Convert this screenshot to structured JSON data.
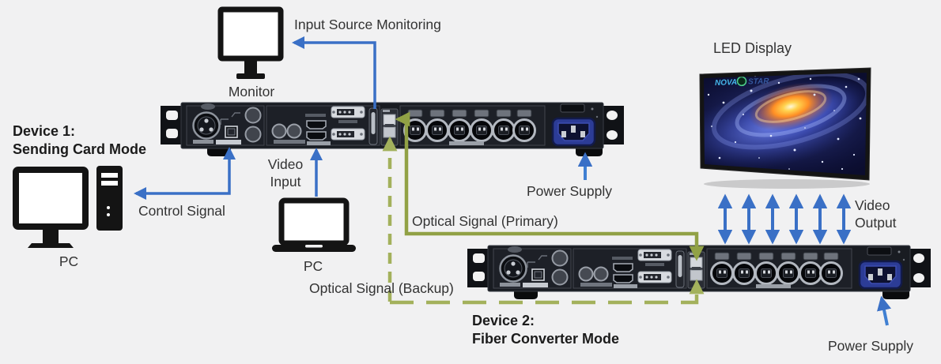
{
  "colors": {
    "background": "#f1f1f2",
    "signal_blue": "#3a70c6",
    "optical_green_primary": "#91a145",
    "optical_green_backup": "#a3b15c",
    "label_text": "#333333",
    "device_label_text": "#1b1b1b",
    "power_inlet_blue": "#2c3c96"
  },
  "monitoring": {
    "label": "Input Source Monitoring"
  },
  "monitor": {
    "label": "Monitor"
  },
  "device1": {
    "line1": "Device 1:",
    "line2": "Sending Card Mode"
  },
  "device2": {
    "line1": "Device 2:",
    "line2": "Fiber Converter Mode"
  },
  "pc_desktop": {
    "label": "PC"
  },
  "pc_laptop": {
    "label": "PC"
  },
  "control_signal": {
    "label": "Control Signal"
  },
  "video_input": {
    "line1": "Video",
    "line2": "Input"
  },
  "video_output": {
    "line1": "Video",
    "line2": "Output"
  },
  "power_supply_1": {
    "label": "Power Supply"
  },
  "power_supply_2": {
    "label": "Power Supply"
  },
  "optical_primary": {
    "label": "Optical Signal (Primary)"
  },
  "optical_backup": {
    "label": "Optical Signal (Backup)"
  },
  "led_display": {
    "label": "LED Display",
    "logo_left": "NOVA",
    "logo_right": "STAR"
  }
}
